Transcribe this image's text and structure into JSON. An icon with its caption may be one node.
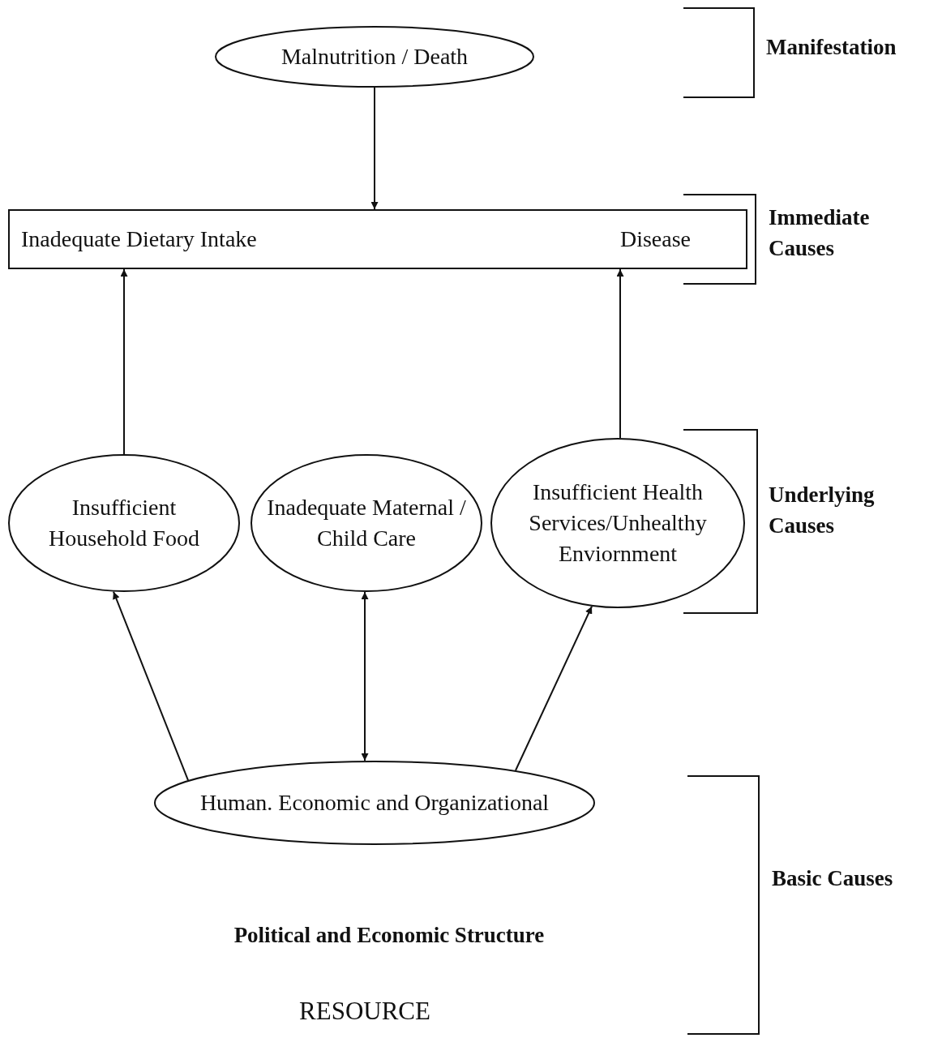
{
  "diagram": {
    "nodes": [
      {
        "text": [
          "Malnutrition / Death"
        ]
      },
      {
        "text": [
          "Inadequate Dietary Intake",
          "Disease"
        ]
      },
      {
        "text": [
          "Insufficient Household Food"
        ]
      },
      {
        "text": [
          "Inadequate Maternal / Child Care"
        ]
      },
      {
        "text": [
          "Insufficient Health Services/Unhealthy Enviornment"
        ]
      },
      {
        "text": [
          "Human. Economic and Organizational"
        ]
      }
    ],
    "edges": [
      {
        "from": 0,
        "to": 1,
        "arrow": "to"
      },
      {
        "from": 2,
        "to": 1,
        "arrow": "to"
      },
      {
        "from": 4,
        "to": 1,
        "arrow": "to"
      },
      {
        "from": 5,
        "to": 2,
        "arrow": "to"
      },
      {
        "from": 5,
        "to": 3,
        "arrow": "both"
      },
      {
        "from": 5,
        "to": 4,
        "arrow": "to"
      }
    ],
    "labels": [
      "Manifestation",
      "Immediate Causes",
      "Underlying Causes",
      "Basic Causes",
      "Political and Economic Structure",
      "RESOURCE"
    ]
  }
}
